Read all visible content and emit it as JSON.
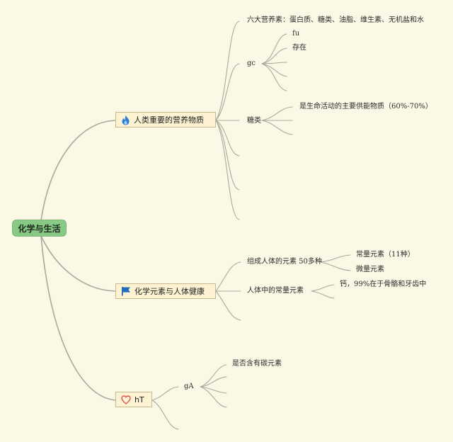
{
  "root": {
    "label": "化学与生活"
  },
  "topics": [
    {
      "label": "人类重要的营养物质",
      "icon": "flame-icon",
      "color": "#2f7fd6",
      "children": [
        {
          "label": "六大营养素：蛋白质、糖类、油脂、维生素、无机盐和水"
        },
        {
          "label": "gc",
          "children": [
            {
              "label": "fu"
            },
            {
              "label": "存在"
            }
          ]
        },
        {
          "label": "糖类",
          "children": [
            {
              "label": "是生命活动的主要供能物质（60%-70%）"
            }
          ]
        }
      ]
    },
    {
      "label": "化学元素与人体健康",
      "icon": "flag-icon",
      "color": "#1f6fc0",
      "children": [
        {
          "label": "组成人体的元素 50多种",
          "children": [
            {
              "label": "常量元素（11种）"
            },
            {
              "label": "微量元素"
            }
          ]
        },
        {
          "label": "人体中的常量元素",
          "children": [
            {
              "label": "钙，99%在于骨骼和牙齿中"
            }
          ]
        }
      ]
    },
    {
      "label": "hT",
      "icon": "heart-icon",
      "color": "#d9534f",
      "children": [
        {
          "label": "gA",
          "children": [
            {
              "label": "是否含有碳元素"
            }
          ]
        }
      ]
    }
  ]
}
